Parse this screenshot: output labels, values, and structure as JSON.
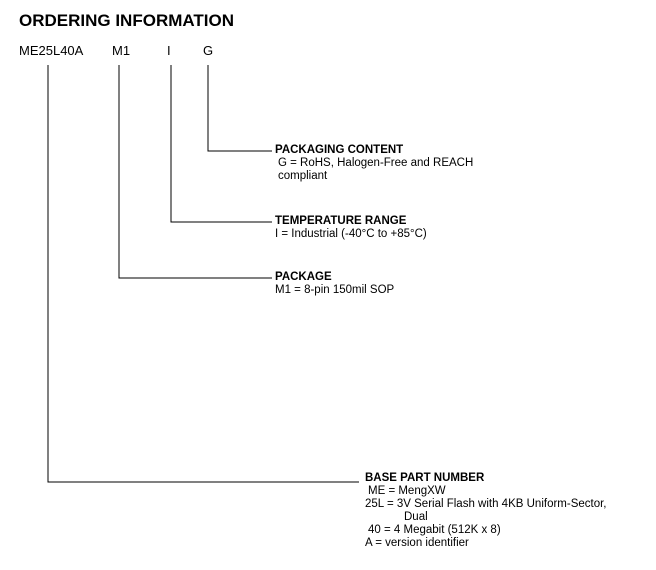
{
  "title": "ORDERING INFORMATION",
  "part_code": {
    "base": "ME25L40A",
    "package": "M1",
    "temperature": "I",
    "packaging": "G"
  },
  "sections": {
    "packaging_content": {
      "heading": "PACKAGING CONTENT",
      "lines": [
        "G = RoHS, Halogen-Free and REACH",
        "compliant"
      ]
    },
    "temperature_range": {
      "heading": "TEMPERATURE RANGE",
      "lines": [
        "I = Industrial (-40°C to +85°C)"
      ]
    },
    "package": {
      "heading": "PACKAGE",
      "lines": [
        "M1 = 8-pin 150mil SOP"
      ]
    },
    "base_part_number": {
      "heading": "BASE PART NUMBER",
      "lines": [
        "ME = MengXW",
        "25L = 3V Serial Flash with 4KB Uniform-Sector,",
        "Dual",
        "40 = 4 Megabit (512K x 8)",
        "A = version identifier"
      ]
    }
  }
}
